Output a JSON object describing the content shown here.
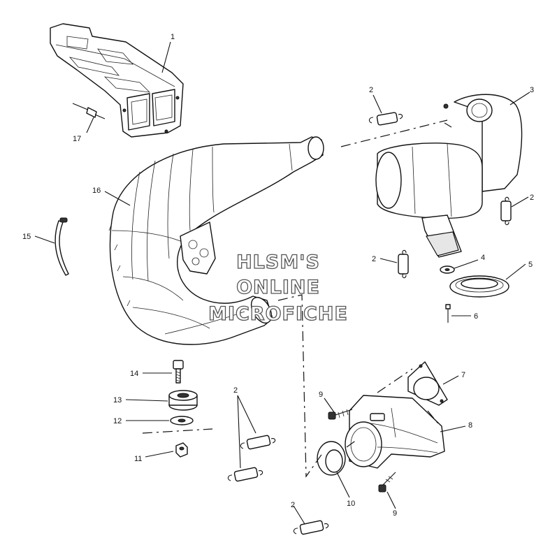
{
  "callouts": {
    "c1": "1",
    "c2a": "2",
    "c2b": "2",
    "c2c": "2",
    "c2d": "2",
    "c2e": "2",
    "c3": "3",
    "c4": "4",
    "c5": "5",
    "c6": "6",
    "c7": "7",
    "c8": "8",
    "c9a": "9",
    "c9b": "9",
    "c10": "10",
    "c11": "11",
    "c12": "12",
    "c13": "13",
    "c14": "14",
    "c15": "15",
    "c16": "16",
    "c17": "17"
  },
  "watermark": {
    "line1": "HLSM'S",
    "line2": "ONLINE",
    "line3": "MICROFICHE"
  }
}
